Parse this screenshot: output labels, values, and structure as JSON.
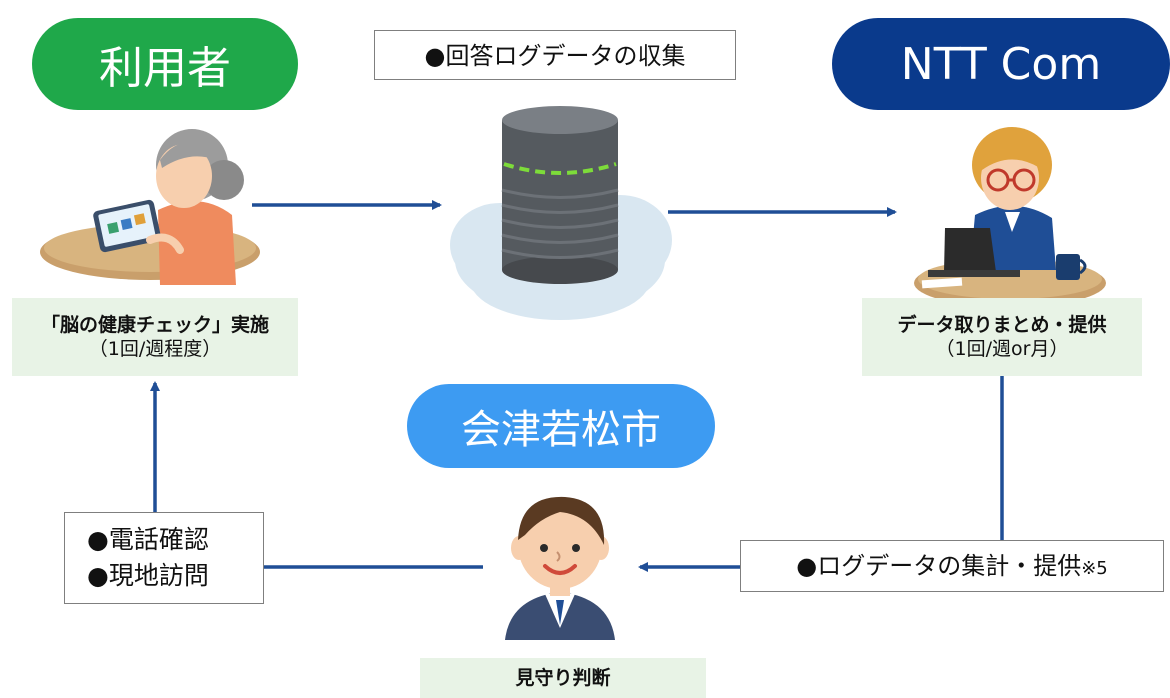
{
  "actors": {
    "user": {
      "label": "利用者"
    },
    "nttcom": {
      "label": "NTT Com"
    },
    "city": {
      "label": "会津若松市"
    }
  },
  "boxes": {
    "collect": {
      "label": "●回答ログデータの収集"
    },
    "aggregate": {
      "label": "●ログデータの集計・提供",
      "note": "※5"
    },
    "contact": {
      "line1": "●電話確認",
      "line2": "●現地訪問"
    }
  },
  "captions": {
    "user": {
      "title": "「脳の健康チェック」実施",
      "sub": "（1回/週程度）"
    },
    "nttcom": {
      "title": "データ取りまとめ・提供",
      "sub": "（1回/週or月）"
    },
    "city": {
      "title": "見守り判断"
    }
  },
  "colors": {
    "user_green": "#1fa84a",
    "nttcom_navy": "#0a3a8c",
    "city_blue": "#3d9bf2",
    "arrow": "#1f4e96",
    "caption_bg": "#e8f3e6"
  },
  "icons": [
    "elderly-woman-tablet-icon",
    "cloud-database-icon",
    "office-worker-laptop-icon",
    "city-officer-icon"
  ]
}
